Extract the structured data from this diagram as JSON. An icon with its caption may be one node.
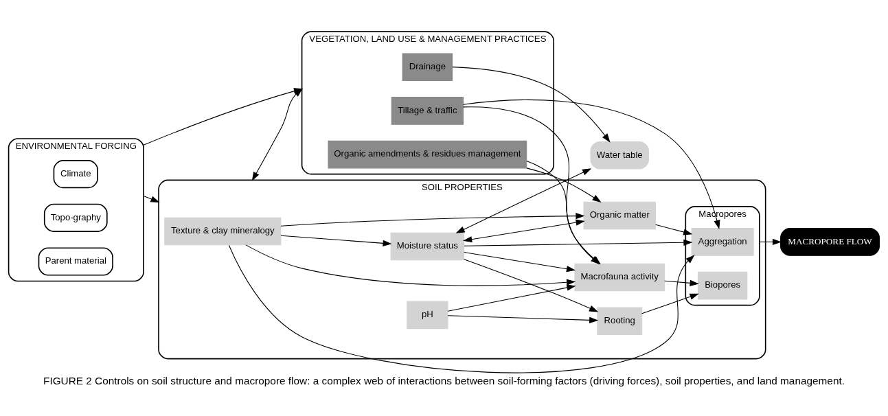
{
  "diagram": {
    "caption": "FIGURE 2 Controls on soil structure and macropore flow: a complex web of interactions between soil-forming factors (driving forces), soil properties, and land management.",
    "nodes": [
      {
        "text": [
          "ENVIRONMENTAL FORCING"
        ]
      },
      {
        "text": [
          "Climate"
        ],
        "in": 0
      },
      {
        "text": [
          "Topo-graphy"
        ],
        "in": 0
      },
      {
        "text": [
          "Parent material"
        ],
        "in": 0
      },
      {
        "text": [
          "SOIL PROPERTIES"
        ]
      },
      {
        "text": [
          "Texture & clay mineralogy"
        ],
        "in": 4
      },
      {
        "text": [
          "Moisture status"
        ],
        "in": 4
      },
      {
        "text": [
          "Organic matter"
        ],
        "in": 4
      },
      {
        "text": [
          "Macrofauna activity"
        ],
        "in": 4
      },
      {
        "text": [
          "Macropores"
        ],
        "in": 4
      },
      {
        "text": [
          "Aggregation"
        ],
        "in": 9
      },
      {
        "text": [
          "Biopores"
        ],
        "in": 9
      },
      {
        "text": [
          "pH"
        ],
        "in": 4
      },
      {
        "text": [
          "Rooting"
        ],
        "in": 4
      },
      {
        "text": [
          "Water table"
        ]
      },
      {
        "text": [
          "MACROPORE FLOW"
        ]
      },
      {
        "text": [
          "VEGETATION, LAND USE & MANAGEMENT PRACTICES"
        ]
      },
      {
        "text": [
          "Drainage"
        ],
        "in": 16
      },
      {
        "text": [
          "Organic amendments & residues management"
        ],
        "in": 16
      },
      {
        "text": [
          "Tillage & traffic"
        ],
        "in": 16
      }
    ],
    "edges": [
      {
        "from": 0,
        "to": 4,
        "arrow": "to"
      },
      {
        "from": 5,
        "to": 10,
        "arrow": "to"
      },
      {
        "from": 5,
        "to": 8,
        "arrow": "to"
      },
      {
        "from": 5,
        "to": 6,
        "arrow": "to"
      },
      {
        "from": 5,
        "to": 7,
        "arrow": "to"
      },
      {
        "from": 6,
        "to": 10,
        "arrow": "to"
      },
      {
        "from": 6,
        "to": 8,
        "arrow": "to"
      },
      {
        "from": 6,
        "to": 13,
        "arrow": "to"
      },
      {
        "from": 6,
        "to": 14,
        "arrow": "both"
      },
      {
        "from": 6,
        "to": 7,
        "arrow": "both"
      },
      {
        "from": 7,
        "to": 10,
        "arrow": "to"
      },
      {
        "from": 8,
        "to": 11,
        "arrow": "to"
      },
      {
        "from": 12,
        "to": 8,
        "arrow": "to"
      },
      {
        "from": 12,
        "to": 13,
        "arrow": "to"
      },
      {
        "from": 13,
        "to": 11,
        "arrow": "to"
      },
      {
        "from": 9,
        "to": 15,
        "arrow": "to"
      },
      {
        "from": 0,
        "to": 16,
        "arrow": "to"
      },
      {
        "from": 4,
        "to": 16,
        "arrow": "both"
      },
      {
        "from": 17,
        "to": 14,
        "arrow": "to"
      },
      {
        "from": 18,
        "to": 7,
        "arrow": "to"
      },
      {
        "from": 18,
        "to": 8,
        "arrow": "to"
      },
      {
        "from": 19,
        "to": 8,
        "arrow": "to"
      },
      {
        "from": 19,
        "to": 10,
        "arrow": "to"
      }
    ]
  }
}
